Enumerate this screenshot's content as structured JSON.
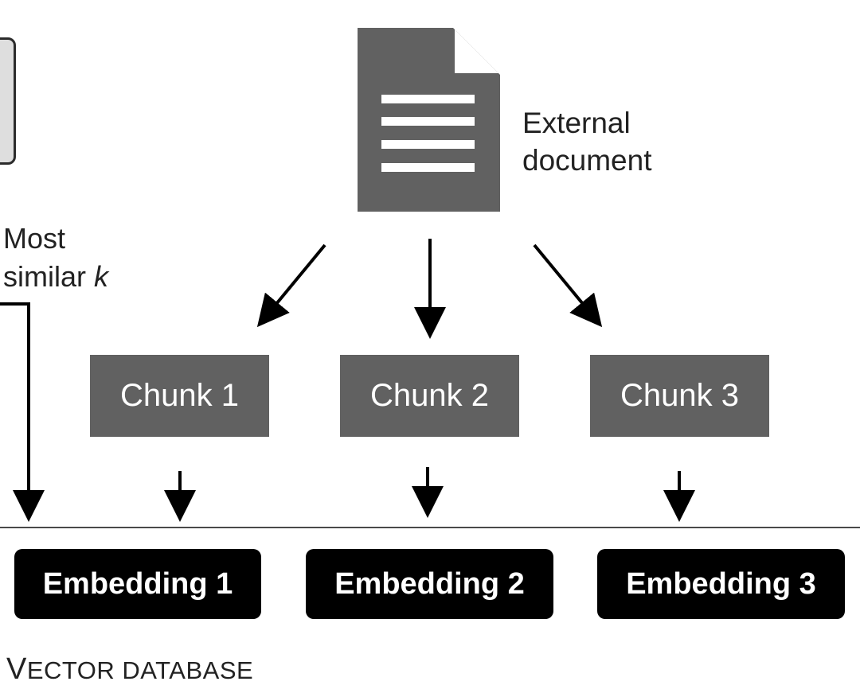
{
  "document": {
    "label_line1": "External",
    "label_line2": "document",
    "icon": "document-icon",
    "color": "#616161"
  },
  "retrieval": {
    "label_line1": "Most",
    "label_prefix": "similar ",
    "label_var": "k"
  },
  "chunks": [
    {
      "label": "Chunk 1"
    },
    {
      "label": "Chunk 2"
    },
    {
      "label": "Chunk 3"
    }
  ],
  "embeddings": [
    {
      "label": "Embedding 1"
    },
    {
      "label": "Embedding 2"
    },
    {
      "label": "Embedding 3"
    }
  ],
  "database": {
    "label_first": "V",
    "label_rest": "ECTOR DATABASE"
  },
  "colors": {
    "chunk_fill": "#616161",
    "embedding_fill": "#000000",
    "arrow": "#000000",
    "side_box_fill": "#dedede"
  }
}
